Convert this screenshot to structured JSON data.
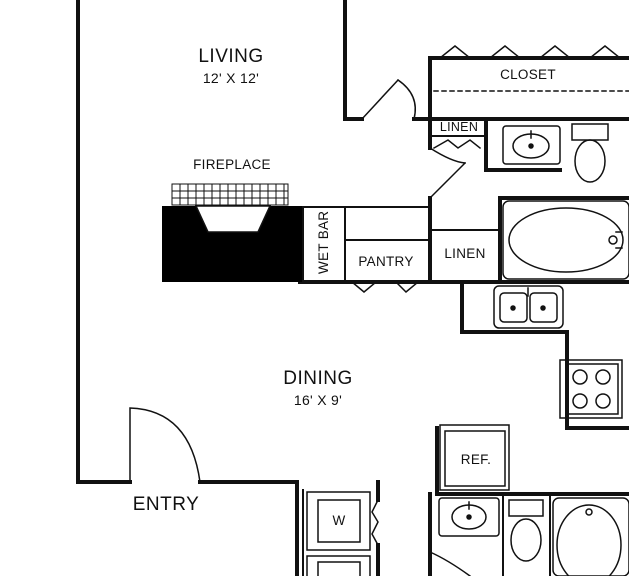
{
  "rooms": {
    "living": {
      "name": "LIVING",
      "dims": "12' X 12'"
    },
    "dining": {
      "name": "DINING",
      "dims": "16' X 9'"
    },
    "entry": {
      "name": "ENTRY"
    }
  },
  "fixtures": {
    "fireplace": "FIREPLACE",
    "closet": "CLOSET",
    "linen_upper": "LINEN",
    "linen_lower": "LINEN",
    "wet_bar": "WET BAR",
    "pantry": "PANTRY",
    "refrigerator": "REF.",
    "washer": "W"
  },
  "colors": {
    "wall": "#111111",
    "fill": "#000000",
    "background": "#ffffff"
  }
}
